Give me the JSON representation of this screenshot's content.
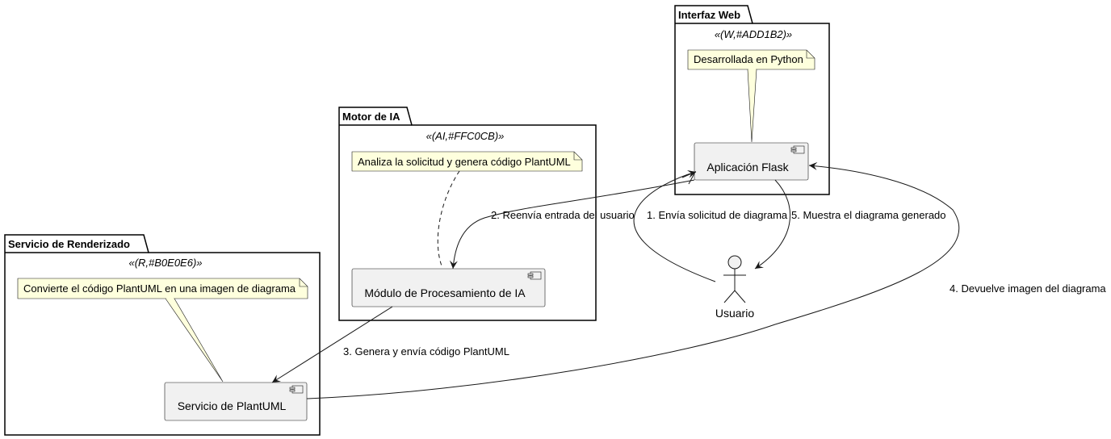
{
  "packages": {
    "web": {
      "title": "Interfaz Web",
      "stereotype": "«(W,#ADD1B2)»"
    },
    "ai": {
      "title": "Motor de IA",
      "stereotype": "«(AI,#FFC0CB)»"
    },
    "render": {
      "title": "Servicio de Renderizado",
      "stereotype": "«(R,#B0E0E6)»"
    }
  },
  "notes": {
    "web": "Desarrollada en Python",
    "ai": "Analiza la solicitud y genera código PlantUML",
    "render": "Convierte el código PlantUML en una imagen de diagrama"
  },
  "components": {
    "flask": "Aplicación Flask",
    "ia_module": "Módulo de Procesamiento de IA",
    "plantuml_service": "Servicio de PlantUML"
  },
  "actor": {
    "label": "Usuario"
  },
  "edges": {
    "e1": "1. Envía solicitud de diagrama",
    "e2": "2. Reenvía entrada del usuario",
    "e3": "3. Genera y envía código PlantUML",
    "e4": "4. Devuelve imagen del diagrama",
    "e5": "5. Muestra el diagrama generado"
  },
  "colors": {
    "component_fill": "#F1F1F1",
    "component_border": "#181818",
    "note_fill": "#FEFFDD",
    "note_border": "#181818",
    "package_border": "#000000",
    "line": "#181818"
  }
}
